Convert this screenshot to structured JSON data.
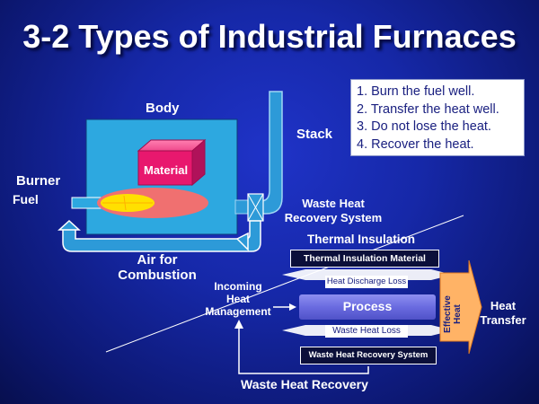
{
  "slide": {
    "title": "3-2 Types of Industrial Furnaces"
  },
  "furnace": {
    "body_label": "Body",
    "stack_label": "Stack",
    "material_label": "Material",
    "burner_label": "Burner",
    "fuel_label": "Fuel",
    "waste_heat_recovery_system_line1": "Waste Heat",
    "waste_heat_recovery_system_line2": "Recovery System",
    "air_for_combustion_line1": "Air for",
    "air_for_combustion_line2": "Combustion"
  },
  "goals": [
    "1. Burn the fuel well.",
    "2. Transfer the heat well.",
    "3. Do not lose the heat.",
    "4. Recover the heat."
  ],
  "process_diagram": {
    "thermal_insulation_label": "Thermal Insulation",
    "thermal_insulation_material": "Thermal Insulation Material",
    "heat_discharge_loss": "Heat Discharge Loss",
    "incoming_heat_management_line1": "Incoming",
    "incoming_heat_management_line2": "Heat",
    "incoming_heat_management_line3": "Management",
    "process_label": "Process",
    "effective_heat_line1": "Effective",
    "effective_heat_line2": "Heat",
    "heat_transfer_line1": "Heat",
    "heat_transfer_line2": "Transfer",
    "waste_heat_loss": "Waste Heat Loss",
    "waste_heat_recovery_system": "Waste Heat Recovery System",
    "waste_heat_recovery": "Waste Heat Recovery"
  },
  "colors": {
    "background": "#1628a8",
    "furnace_body": "#2da8e0",
    "material": "#e8186e",
    "flame_outer": "#f07070",
    "flame_inner": "#ffe000",
    "pipe": "#2d9ad8",
    "orange_arrow": "#ffb366",
    "process_box": "#6a6be0",
    "goal_text": "#1a2080"
  }
}
